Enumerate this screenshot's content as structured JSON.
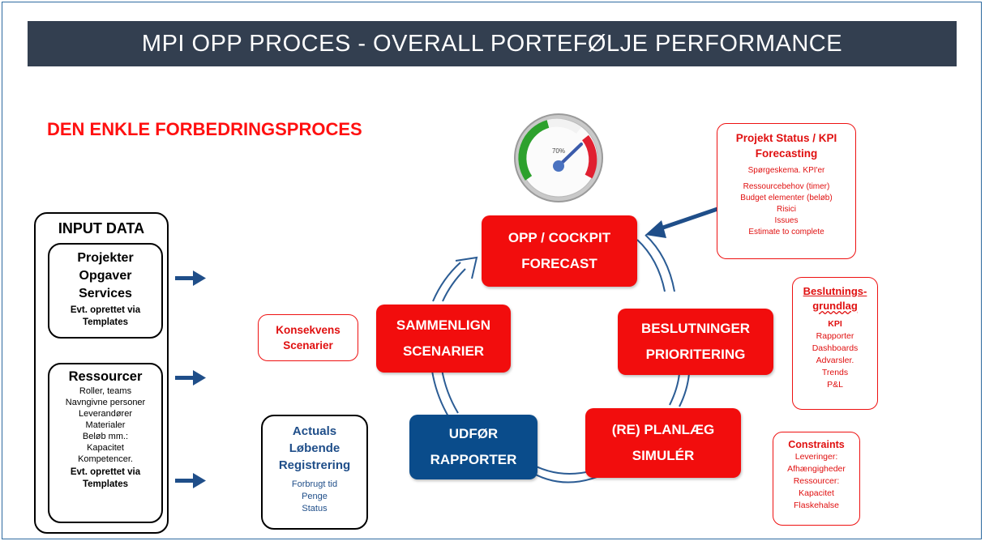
{
  "title": "MPI OPP PROCES - OVERALL PORTEFØLJE PERFORMANCE",
  "subtitle": "DEN ENKLE FORBEDRINGSPROCES",
  "gauge": {
    "value_label": "70%",
    "value": 0.7
  },
  "input_data": {
    "heading": "INPUT DATA",
    "box1": {
      "lines": [
        "Projekter",
        "Opgaver",
        "Services"
      ],
      "note": [
        "Evt. oprettet via",
        "Templates"
      ]
    },
    "box2": {
      "heading": "Ressourcer",
      "items": [
        "Roller, teams",
        "Navngivne personer",
        "Leverandører",
        "Materialer",
        "Beløb mm.:",
        "Kapacitet",
        "Kompetencer."
      ],
      "note": [
        "Evt. oprettet via",
        "Templates"
      ]
    }
  },
  "process": {
    "cockpit": [
      "OPP  / COCKPIT",
      "FORECAST"
    ],
    "beslutninger": [
      "BESLUTNINGER",
      "PRIORITERING"
    ],
    "planlaeg": [
      "(RE) PLANLÆG",
      "SIMULÉR"
    ],
    "udfoer": [
      "UDFØR",
      "RAPPORTER"
    ],
    "sammenlign": [
      "SAMMENLIGN",
      "SCENARIER"
    ]
  },
  "konsekvens": [
    "Konsekvens",
    "Scenarier"
  ],
  "actuals": {
    "title": [
      "Actuals",
      "Løbende",
      "Registrering"
    ],
    "items": [
      "Forbrugt tid",
      "Penge",
      "Status"
    ]
  },
  "projekt_status": {
    "title": [
      "Projekt Status / KPI",
      "Forecasting"
    ],
    "items": [
      "Spørgeskema. KPI'er",
      "Ressourcebehov (timer)",
      "Budget elementer (beløb)",
      "Risici",
      "Issues",
      "Estimate to complete"
    ]
  },
  "beslutningsgrundlag": {
    "title": [
      "Beslutnings-",
      "grundlag"
    ],
    "items": [
      "KPI",
      "Rapporter",
      "Dashboards",
      "Advarsler.",
      "Trends",
      "P&L"
    ]
  },
  "constraints": {
    "title": "Constraints",
    "items": [
      "Leveringer:",
      "Afhængigheder",
      "Ressourcer:",
      "Kapacitet",
      "Flaskehalse"
    ]
  },
  "colors": {
    "banner": "#333f50",
    "red": "#f20d0d",
    "blue": "#0a4c8b",
    "arrow": "#1f4e89"
  }
}
